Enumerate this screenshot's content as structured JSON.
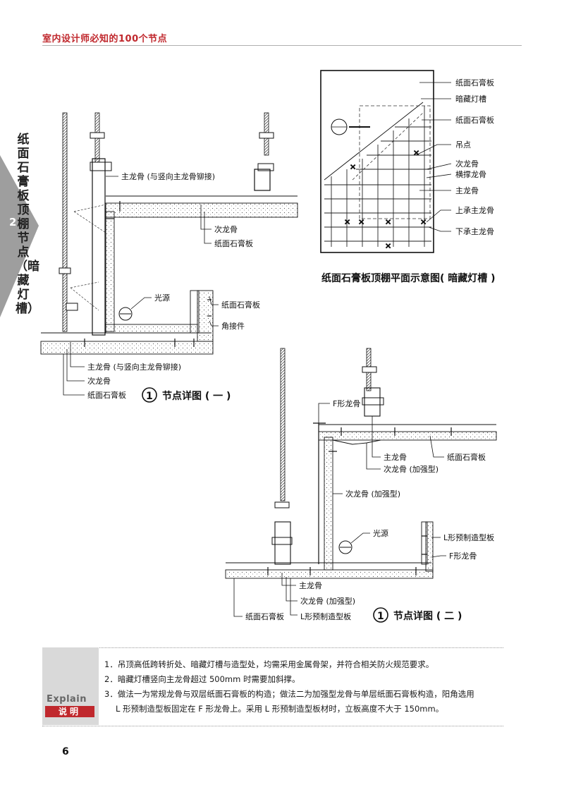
{
  "header": {
    "title": "室内设计师必知的100个节点"
  },
  "side": {
    "title": "纸面石膏板顶棚节点（暗藏灯槽）",
    "section_number": "2"
  },
  "plan": {
    "caption": "纸面石膏板顶棚平面示意图( 暗藏灯槽 )",
    "labels": [
      "纸面石膏板",
      "暗藏灯槽",
      "纸面石膏板",
      "吊点",
      "次龙骨",
      "横撑龙骨",
      "主龙骨",
      "上承主龙骨",
      "下承主龙骨"
    ]
  },
  "detail1": {
    "number": "1",
    "caption": "节点详图 ( 一 )",
    "labels": {
      "main_top": "主龙骨 (与竖向主龙骨铆接)",
      "sec": "次龙骨",
      "board": "纸面石膏板",
      "light": "光源",
      "board2": "纸面石膏板",
      "angle": "角接件",
      "main_bottom": "主龙骨 (与竖向主龙骨铆接)",
      "sec_bottom": "次龙骨",
      "board_bottom": "纸面石膏板"
    }
  },
  "detail2": {
    "number": "1",
    "caption": "节点详图 ( 二 )",
    "labels": {
      "f_keel": "F形龙骨",
      "board": "纸面石膏板",
      "main": "主龙骨",
      "sec_strong": "次龙骨 (加强型)",
      "sec_strong2": "次龙骨 (加强型)",
      "light": "光源",
      "l_board": "L形预制造型板",
      "f_keel2": "F形龙骨",
      "main_bottom": "主龙骨",
      "sec_bottom": "次龙骨 (加强型)",
      "board_bottom": "纸面石膏板",
      "l_board_bottom": "L形预制造型板"
    }
  },
  "explain": {
    "en": "Explain",
    "zh": "说明",
    "notes": [
      "1．吊顶高低跨转折处、暗藏灯槽与造型处，均需采用金属骨架，并符合相关防火规范要求。",
      "2．暗藏灯槽竖向主龙骨超过 500mm 时需要加斜撑。",
      "3．做法一为常规龙骨与双层纸面石膏板的构造；做法二为加强型龙骨与单层纸面石膏板构造，阳角选用",
      "L 形预制造型板固定在 F 形龙骨上。采用 L 形预制造型板材时，立板高度不大于 150mm。"
    ]
  },
  "page": {
    "number": "6"
  },
  "colors": {
    "accent": "#c0282d",
    "tab_gray": "#9e9e9e",
    "note_gray": "#d9d9d9"
  }
}
